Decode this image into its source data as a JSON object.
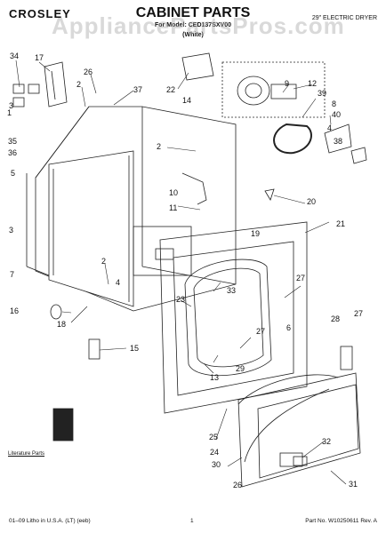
{
  "header": {
    "brand": "CROSLEY",
    "title": "CABINET PARTS",
    "model_line": "For Model: CED137SXV00",
    "color_note": "(White)",
    "product_note": "29\" ELECTRIC DRYER",
    "watermark": "AppliancePartsPros.com"
  },
  "callouts": [
    "34",
    "17",
    "26",
    "2",
    "37",
    "3",
    "1",
    "35",
    "36",
    "5",
    "22",
    "14",
    "9",
    "12",
    "39",
    "8",
    "40",
    "4",
    "38",
    "2",
    "10",
    "11",
    "20",
    "19",
    "21",
    "3",
    "7",
    "16",
    "18",
    "2",
    "4",
    "33",
    "23",
    "27",
    "6",
    "27",
    "29",
    "13",
    "15",
    "28",
    "27",
    "25",
    "24",
    "30",
    "32",
    "26",
    "31"
  ],
  "literature_label": "Literature Parts",
  "footer": {
    "left": "01–09 Litho in U.S.A. (LT) (eeb)",
    "center": "1",
    "right": "Part No. W10250611 Rev. A"
  },
  "colors": {
    "ink": "#111111",
    "watermark": "#aaaaaa"
  }
}
